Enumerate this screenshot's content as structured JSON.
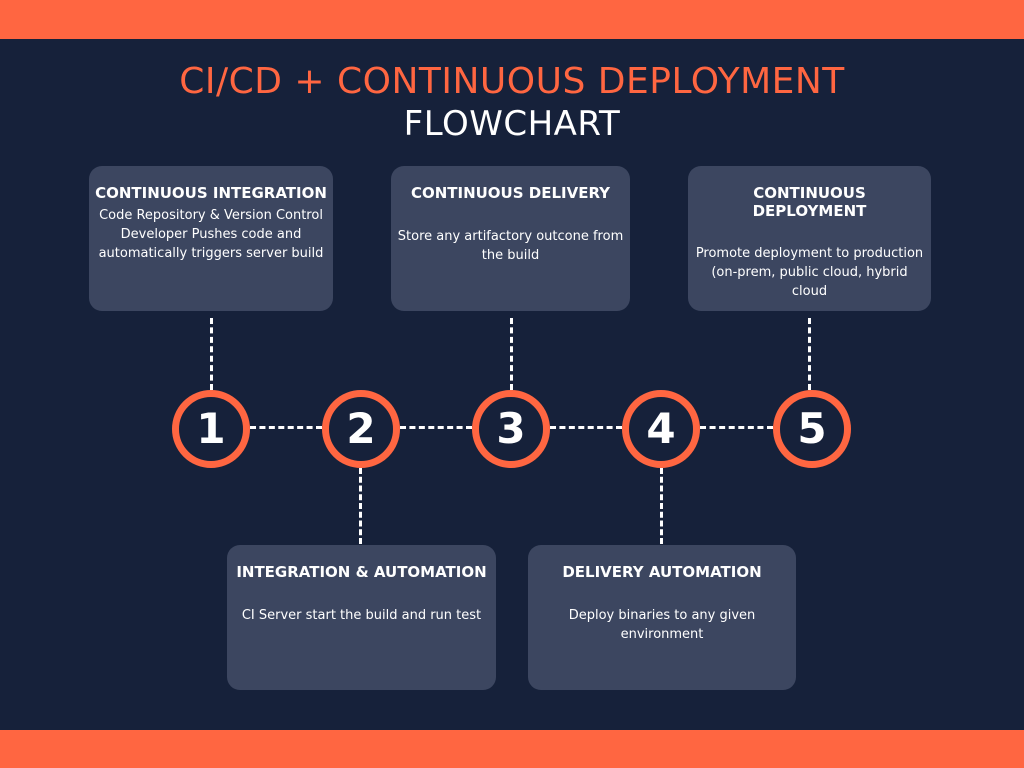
{
  "title": "CI/CD + CONTINUOUS DEPLOYMENT",
  "subtitle": "FLOWCHART",
  "colors": {
    "accent": "#ff6641",
    "background": "#16213a",
    "box": "#3c4660",
    "text": "#ffffff"
  },
  "steps": [
    "1",
    "2",
    "3",
    "4",
    "5"
  ],
  "boxes": {
    "continuous_integration": {
      "heading": "CONTINUOUS INTEGRATION",
      "body": "Code Repository & Version Control\nDeveloper Pushes code and automatically triggers server build"
    },
    "integration_automation": {
      "heading": "INTEGRATION & AUTOMATION",
      "body": "CI Server start the build and run test"
    },
    "continuous_delivery": {
      "heading": "CONTINUOUS DELIVERY",
      "body": "Store any artifactory outcone from the build"
    },
    "delivery_automation": {
      "heading": "DELIVERY AUTOMATION",
      "body": "Deploy binaries to any given environment"
    },
    "continuous_deployment": {
      "heading": "CONTINUOUS DEPLOYMENT",
      "body": "Promote deployment to production (on-prem, public cloud, hybrid cloud"
    }
  }
}
